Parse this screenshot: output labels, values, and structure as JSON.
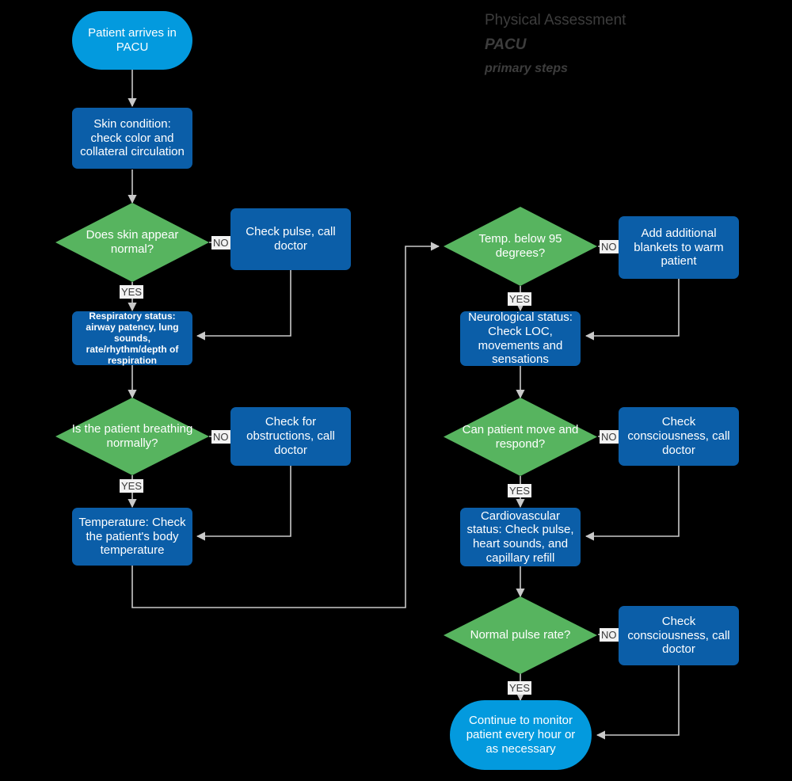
{
  "header": {
    "line1": "Physical Assessment",
    "line2": "PACU",
    "line3": "primary steps"
  },
  "colors": {
    "terminator": "#039ade",
    "process": "#0b5ea8",
    "decision": "#57b45f",
    "connector": "#c9c9c9",
    "background": "#000000",
    "header_text": "#3d3d3d",
    "edge_label_bg": "#f2f2f2"
  },
  "nodes": {
    "start": "Patient arrives in PACU",
    "skin_condition": "Skin condition: check color and collateral circulation",
    "skin_decision": "Does skin appear normal?",
    "check_pulse_call_doctor": "Check pulse, call doctor",
    "respiratory_status": "Respiratory status: airway patency, lung sounds, rate/rhythm/depth of respiration",
    "breathing_decision": "Is the patient breathing normally?",
    "check_obstructions": "Check for obstructions, call doctor",
    "temperature": "Temperature:  Check the patient's body temperature",
    "temp_decision": "Temp. below 95 degrees?",
    "add_blankets": "Add additional blankets to warm patient",
    "neurological_status": "Neurological status: Check LOC, movements and sensations",
    "move_respond_decision": "Can patient move and respond?",
    "check_consciousness_1": "Check consciousness, call doctor",
    "cardiovascular_status": "Cardiovascular status: Check pulse, heart sounds, and capillary refill",
    "pulse_rate_decision": "Normal pulse rate?",
    "check_consciousness_2": "Check consciousness, call doctor",
    "end": "Continue to monitor patient every hour or as necessary"
  },
  "edge_labels": {
    "skin_no": "NO",
    "skin_yes": "YES",
    "breathing_no": "NO",
    "breathing_yes": "YES",
    "temp_no": "NO",
    "temp_yes": "YES",
    "move_no": "NO",
    "move_yes": "YES",
    "pulse_no": "NO",
    "pulse_yes": "YES"
  }
}
